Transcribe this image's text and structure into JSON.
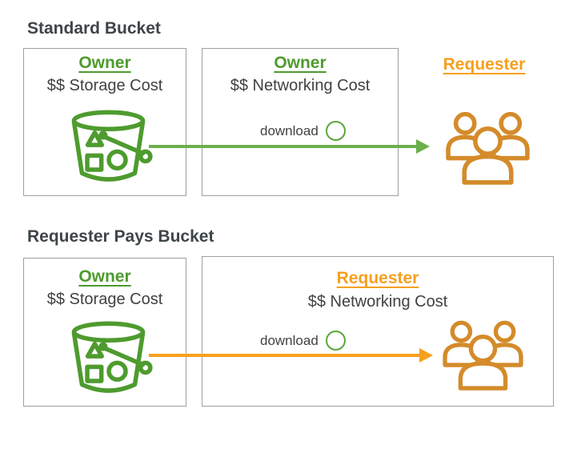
{
  "colors": {
    "green": "#4e9b2e",
    "green-arrow": "#6bb04c",
    "green-circle": "#58a739",
    "orange": "#f6a01e",
    "orange-arrow": "#f7a01d",
    "orange-people": "#d48b2a",
    "heading": "#3e4549",
    "text": "#414141",
    "border": "#a0a0a0"
  },
  "standard": {
    "title": "Standard Bucket",
    "storage_box": {
      "role": "Owner",
      "cost": "$$ Storage Cost",
      "icon": "s3-bucket"
    },
    "network_box": {
      "role": "Owner",
      "cost": "$$ Networking Cost",
      "download_label": "download"
    },
    "requester": {
      "label": "Requester",
      "icon": "users-group"
    },
    "arrow": {
      "direction": "right",
      "color": "#6bb04c",
      "from": "bucket",
      "to": "requester"
    }
  },
  "requester_pays": {
    "title": "Requester Pays Bucket",
    "storage_box": {
      "role": "Owner",
      "cost": "$$ Storage Cost",
      "icon": "s3-bucket"
    },
    "network_box": {
      "role": "Requester",
      "cost": "$$ Networking Cost",
      "download_label": "download",
      "icon": "users-group"
    },
    "arrow": {
      "direction": "right",
      "color": "#f7a01d",
      "from": "bucket",
      "to": "requester"
    }
  }
}
